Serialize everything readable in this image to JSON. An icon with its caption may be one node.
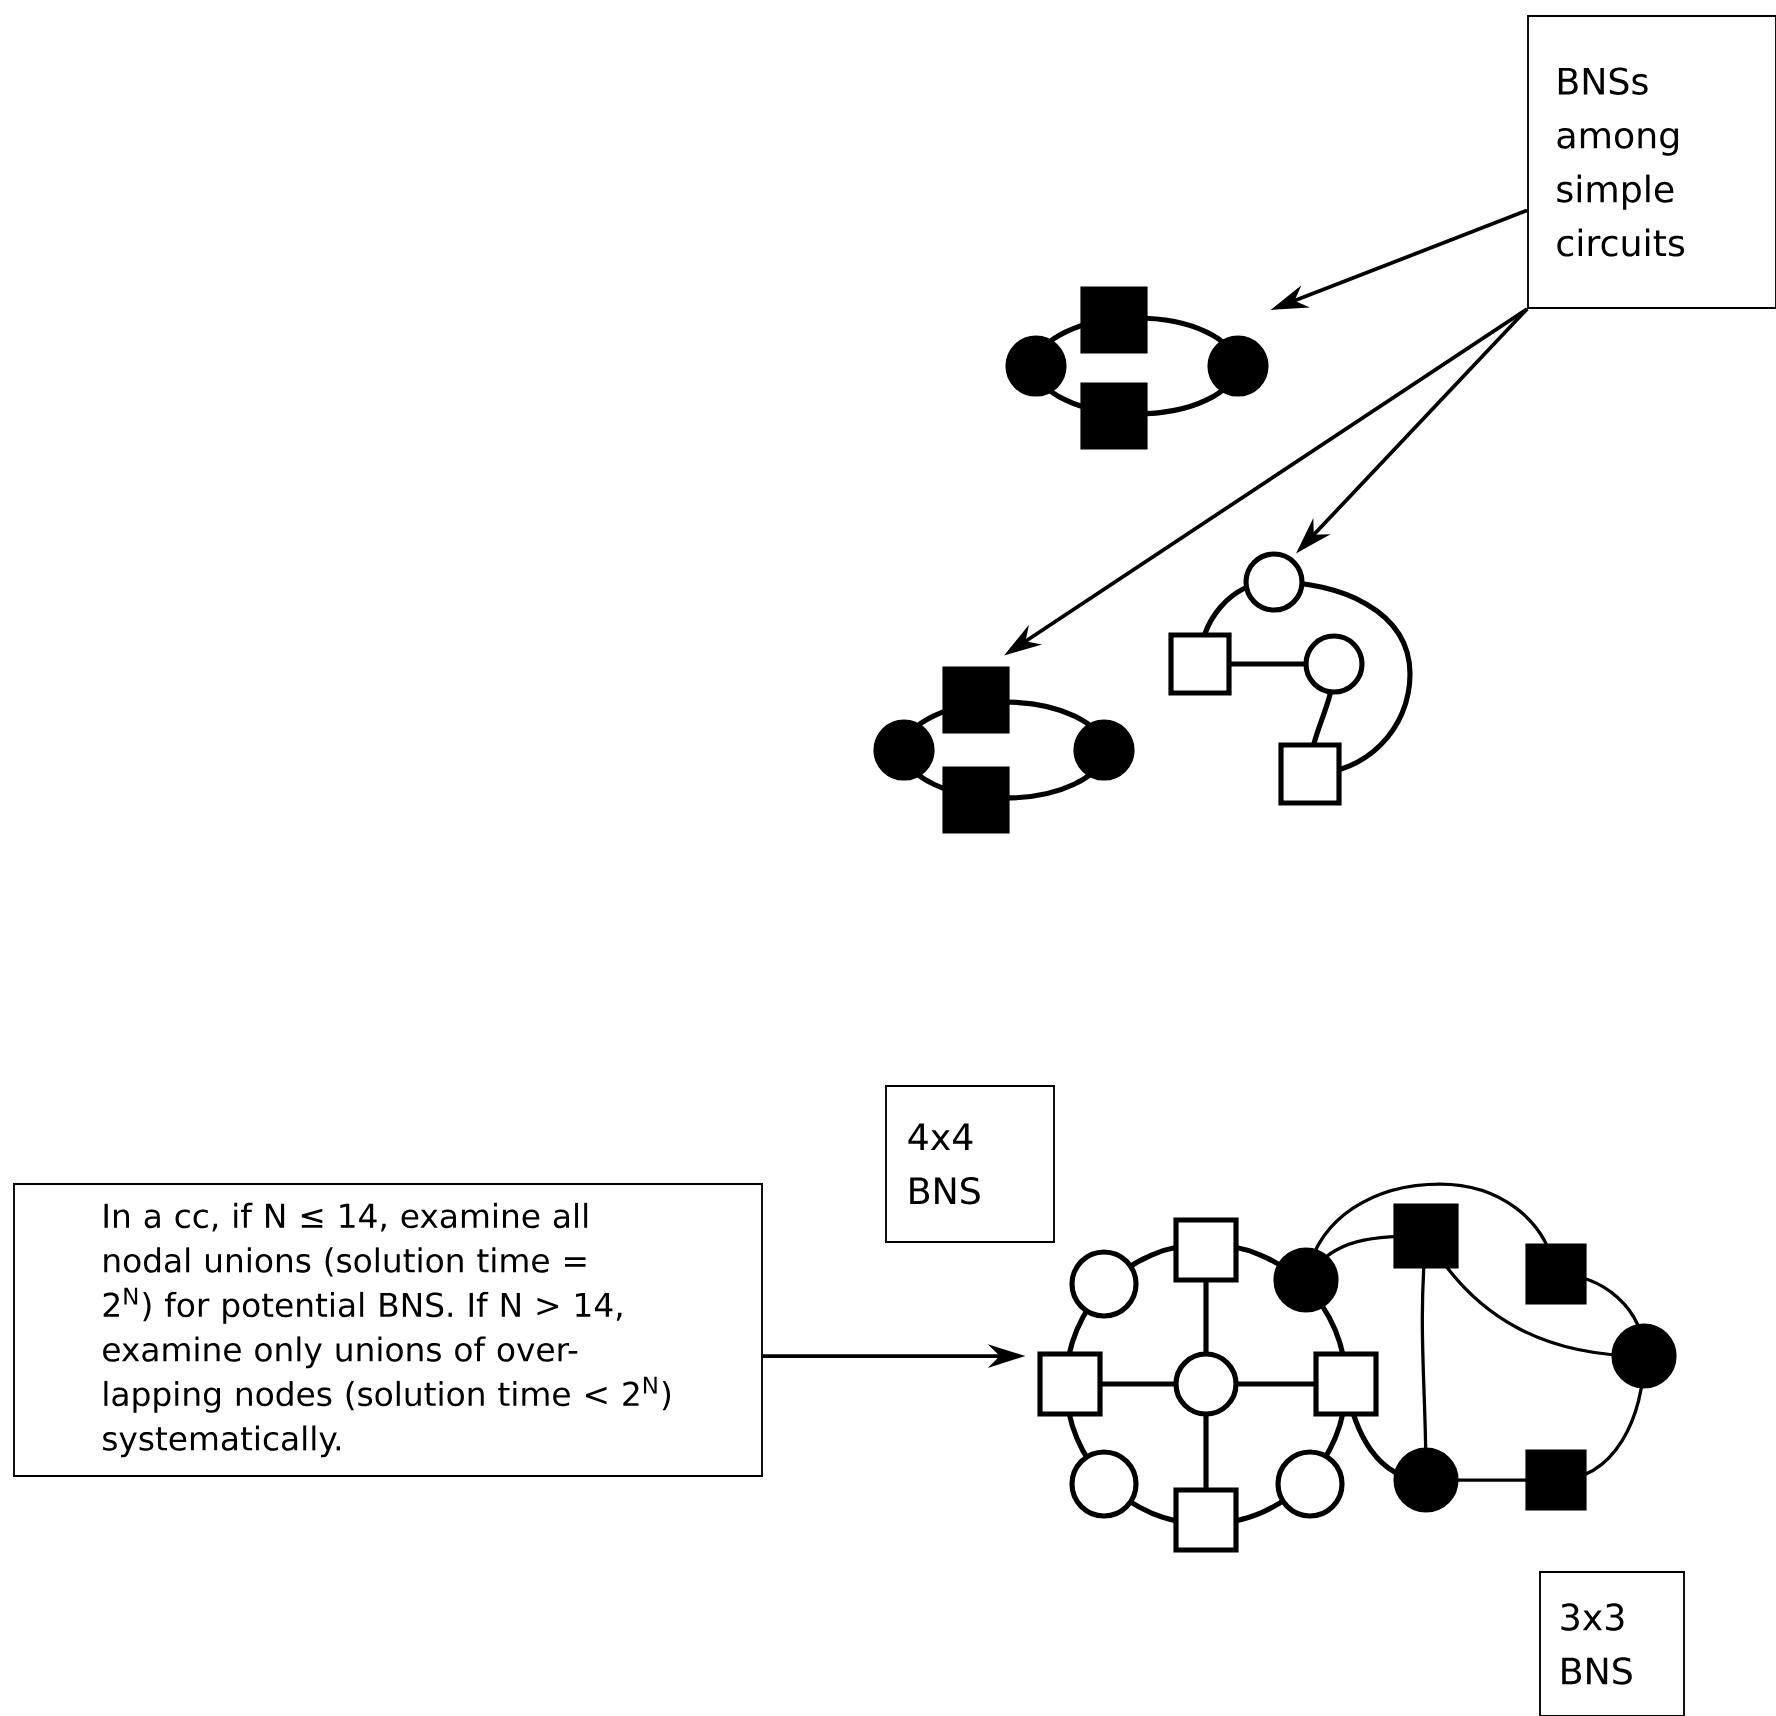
{
  "diagram": {
    "nodes": [
      {
        "text": [
          "BNSs among simple circuits"
        ]
      },
      {
        "text": [],
        "shape": "picture"
      },
      {
        "text": [],
        "shape": "picture"
      },
      {
        "text": [],
        "shape": "picture"
      },
      {
        "text": [
          "In a cc, if N ≤ 14, examine all nodal unions (solution time = 2$^{N}$) for potential BNS.  If N > 14, examine only unions of over-lapping nodes (solution time < 2$^{N}$) systematically."
        ]
      },
      {
        "text": [],
        "shape": "picture"
      },
      {
        "text": [
          "4x4 BNS"
        ]
      },
      {
        "text": [
          "3x3 BNS"
        ]
      }
    ],
    "edges": [
      {
        "from": 0,
        "to": 1,
        "arrow": "to"
      },
      {
        "from": 0,
        "to": 2,
        "arrow": "to"
      },
      {
        "from": 0,
        "to": 3,
        "arrow": "to"
      },
      {
        "from": 4,
        "to": 5,
        "arrow": "to"
      }
    ]
  }
}
